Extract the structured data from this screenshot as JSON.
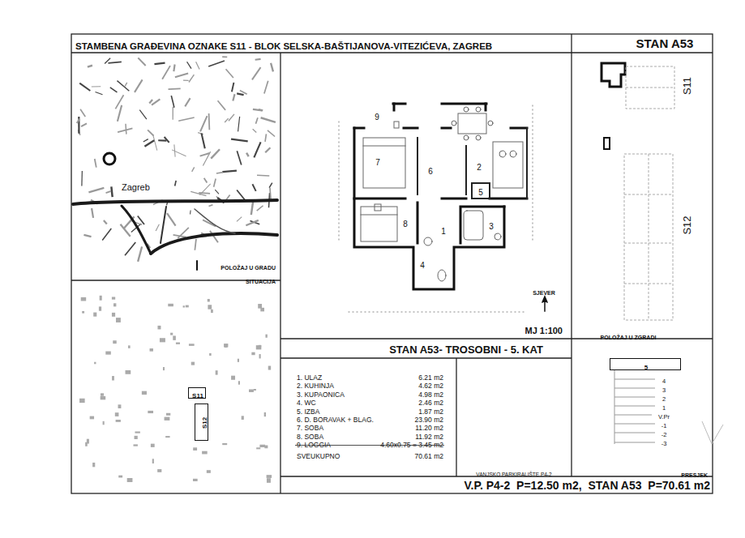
{
  "diagram": {
    "title": "STAMBENA GRAĐEVINA OZNAKE S11 - BLOK SELSKA-BAŠTIJANOVA-VITEZIĆEVA, ZAGREB",
    "nodes": [
      {
        "text": [
          "STAN A53"
        ]
      },
      {
        "text": [
          "Zagreb",
          "POLOŽAJ U GRADU",
          "SITUACIJA"
        ]
      },
      {
        "text": [
          "S11"
        ]
      },
      {
        "text": [
          "S12"
        ]
      },
      {
        "text": [
          "SJEVER",
          "MJ 1:100"
        ]
      },
      {
        "text": [
          "STAN A53- TROSOBNI - 5. KAT"
        ]
      },
      {
        "text": [
          "VANJSKO PARKIRALIŠTE P4-2"
        ]
      },
      {
        "text": [
          "POLOŽAJ U ZGRADI"
        ]
      },
      {
        "text": [
          "PRESJEK"
        ]
      },
      {
        "text": [
          "5"
        ],
        "in": 8
      },
      {
        "text": [
          "V.P. P4-2  P=12.50 m2,  STAN A53  P=70.61 m2"
        ]
      }
    ],
    "labels": [
      "9",
      "7",
      "6",
      "2",
      "5",
      "8",
      "1",
      "3",
      "4",
      "1. ULAZ",
      "6.21 m2",
      "2. KUHINJA",
      "4.62 m2",
      "3. KUPAONICA",
      "4.98 m2",
      "4. WC",
      "2.46 m2",
      "5. IZBA",
      "1.87 m2",
      "6. D. BORAVAK + BLAG.",
      "23.90 m2",
      "7. SOBA",
      "11.20 m2",
      "8. SOBA",
      "11.92 m2",
      "9. LOGGIA",
      "4.60x0.75 = 3.45 m2",
      "SVEUKUPNO",
      "70.61 m2",
      "S11",
      "S12",
      "4",
      "3",
      "2",
      "1",
      "V.Pr",
      "-1",
      "-2",
      "-3"
    ]
  }
}
